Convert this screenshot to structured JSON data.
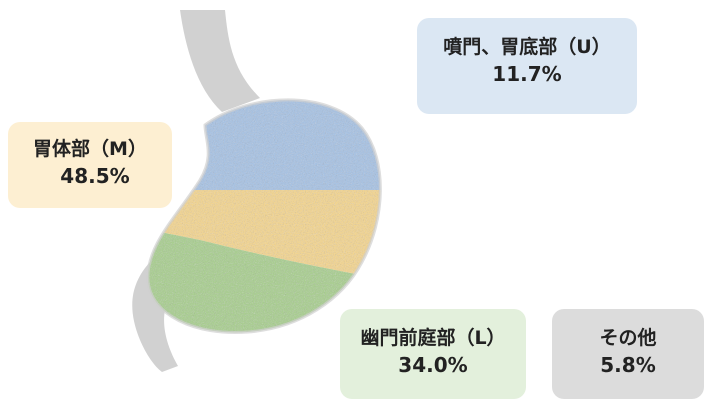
{
  "regions": [
    {
      "id": "upper",
      "name": "噴門、胃底部（U）",
      "percent": "11.7%",
      "color": "#dbe7f3"
    },
    {
      "id": "middle",
      "name": "胃体部（M）",
      "percent": "48.5%",
      "color": "#fdefd2"
    },
    {
      "id": "lower",
      "name": "幽門前庭部（L）",
      "percent": "34.0%",
      "color": "#e3f0dc"
    },
    {
      "id": "other",
      "name": "その他",
      "percent": "5.8%",
      "color": "#dcdcdc"
    }
  ],
  "stomach_colors": {
    "outline": "#c9c9c9",
    "upper": "#a7c3e4",
    "middle": "#f3d58f",
    "lower": "#a9cf8f"
  }
}
